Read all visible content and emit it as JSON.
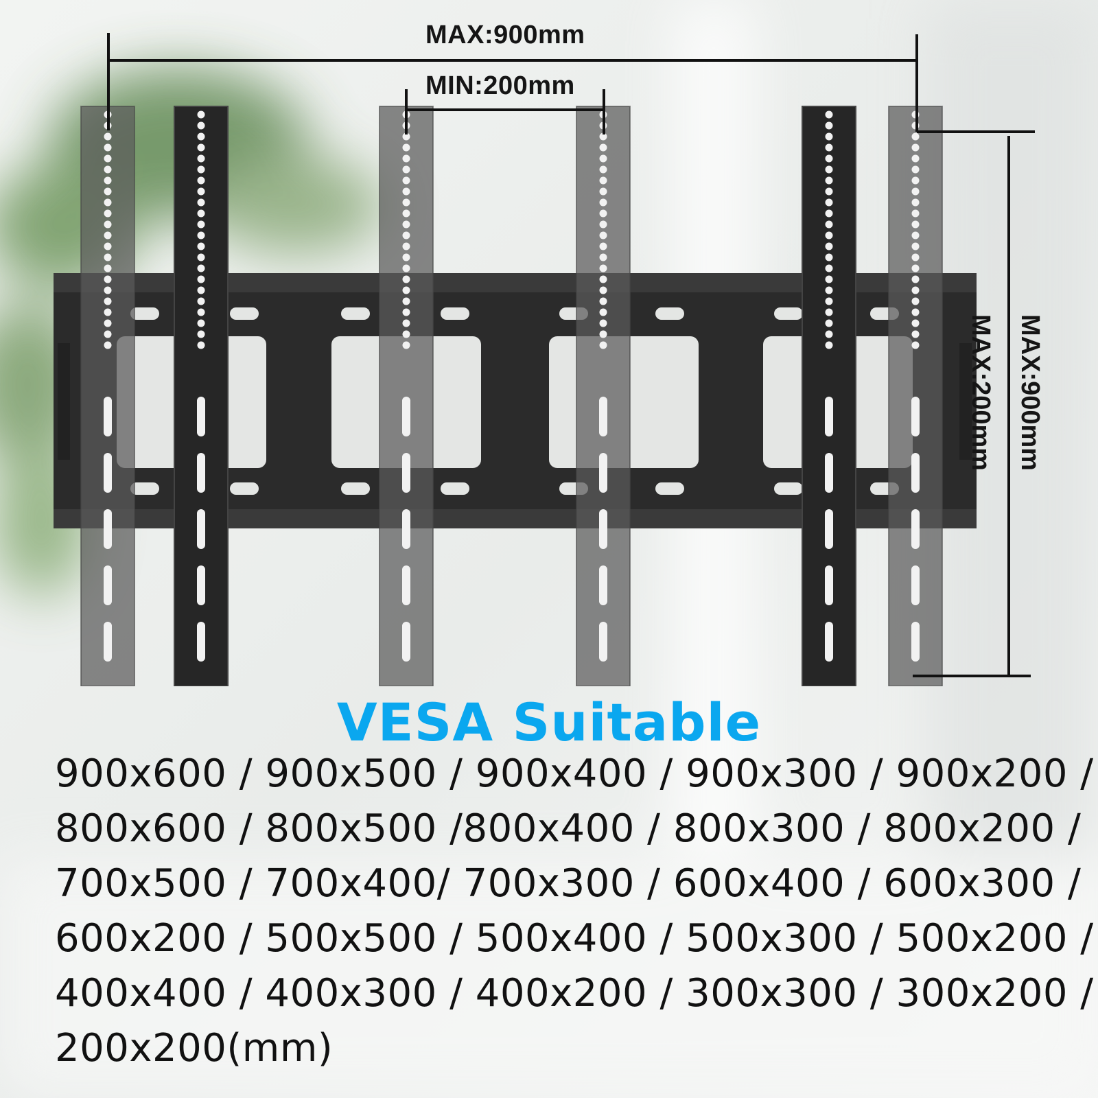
{
  "dimensions": {
    "max_width": "MAX:900mm",
    "min_width": "MIN:200mm",
    "max_height": "MAX:900mm",
    "min_height": "MAX:200mm"
  },
  "title": "VESA Suitable",
  "sizes": [
    "900x600 / 900x500 / 900x400 / 900x300 / 900x200 /",
    "800x600 / 800x500 /800x400 / 800x300 / 800x200 /",
    "700x500 / 700x400/ 700x300 / 600x400 / 600x300 /",
    "600x200 / 500x500 / 500x400 / 500x300 / 500x200 /",
    "400x400 / 400x300 / 400x200 / 300x300 / 300x200 /",
    "200x200(mm)"
  ],
  "colors": {
    "title": "#0aa7ef",
    "bracket": "#2b2b2b",
    "text": "#111111"
  }
}
